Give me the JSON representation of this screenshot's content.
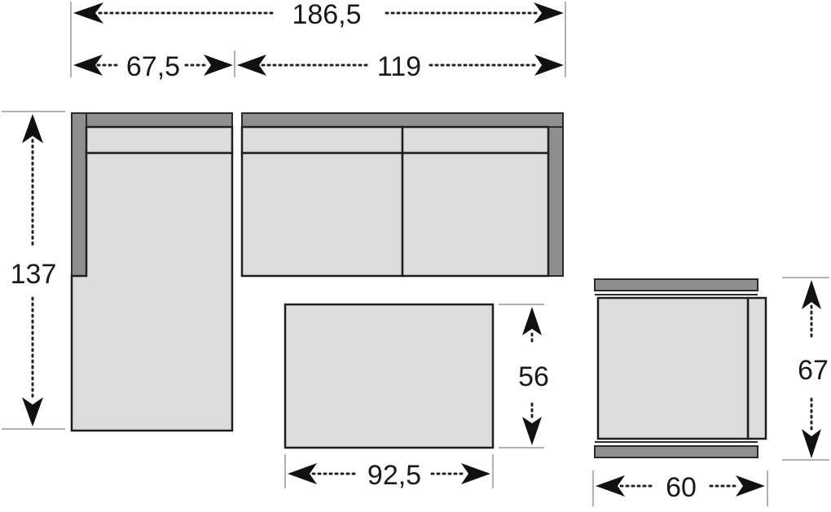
{
  "dimensions": {
    "total_width": "186,5",
    "chaise_width": "67,5",
    "sofa_width": "119",
    "total_depth": "137",
    "table_depth": "56",
    "table_width": "92,5",
    "chair_depth": "67",
    "chair_width": "60"
  },
  "colors": {
    "frame": "#8e8e8e",
    "cushion": "#dcdcdc",
    "outline": "#1e1e1e",
    "text": "#1a1a1a"
  }
}
